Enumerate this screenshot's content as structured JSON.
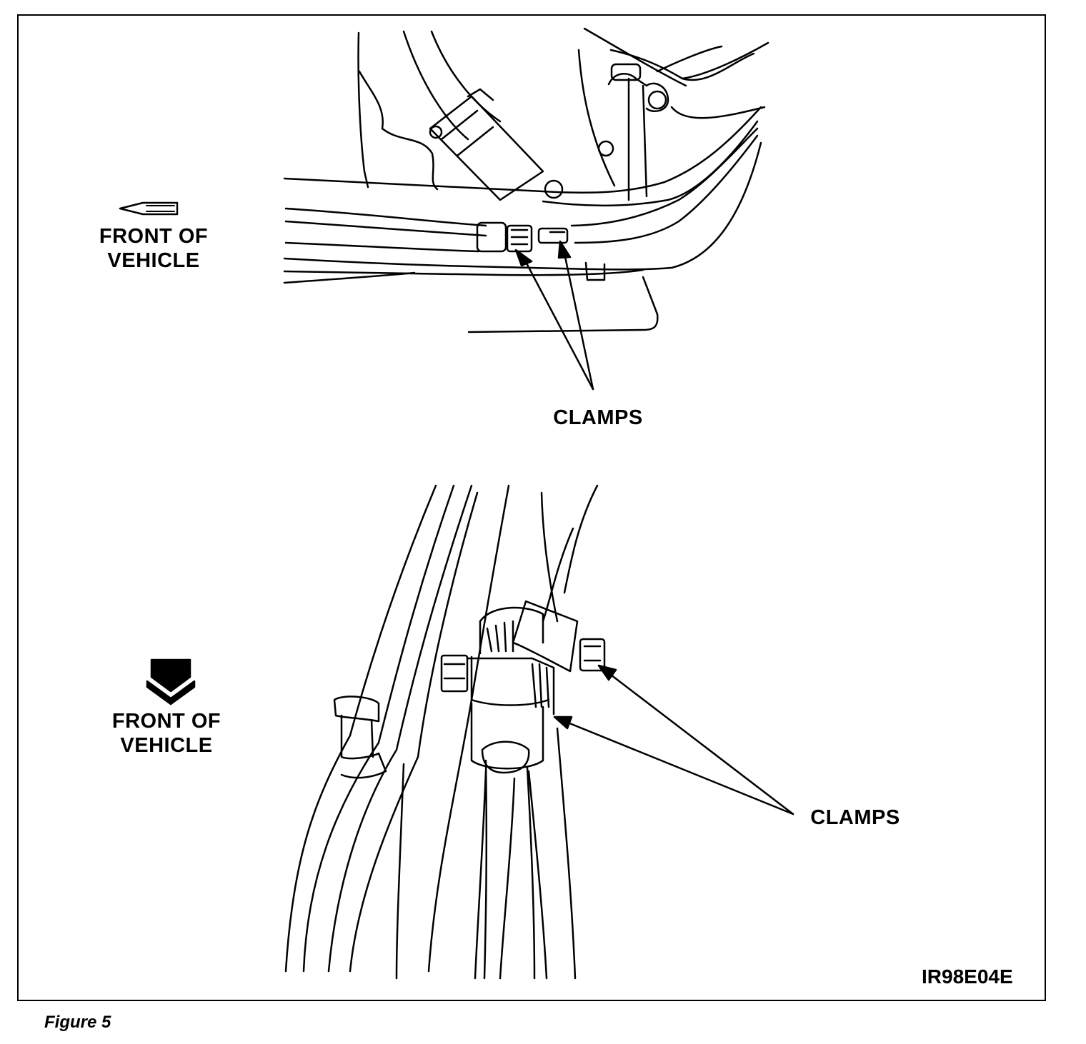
{
  "top_view": {
    "direction_label_line1": "FRONT OF",
    "direction_label_line2": "VEHICLE",
    "callout": "CLAMPS"
  },
  "bottom_view": {
    "direction_label_line1": "FRONT OF",
    "direction_label_line2": "VEHICLE",
    "callout": "CLAMPS"
  },
  "illustration_code": "IR98E04E",
  "caption": "Figure 5",
  "icons": [
    "arrow-left-icon",
    "arrow-down-icon"
  ]
}
